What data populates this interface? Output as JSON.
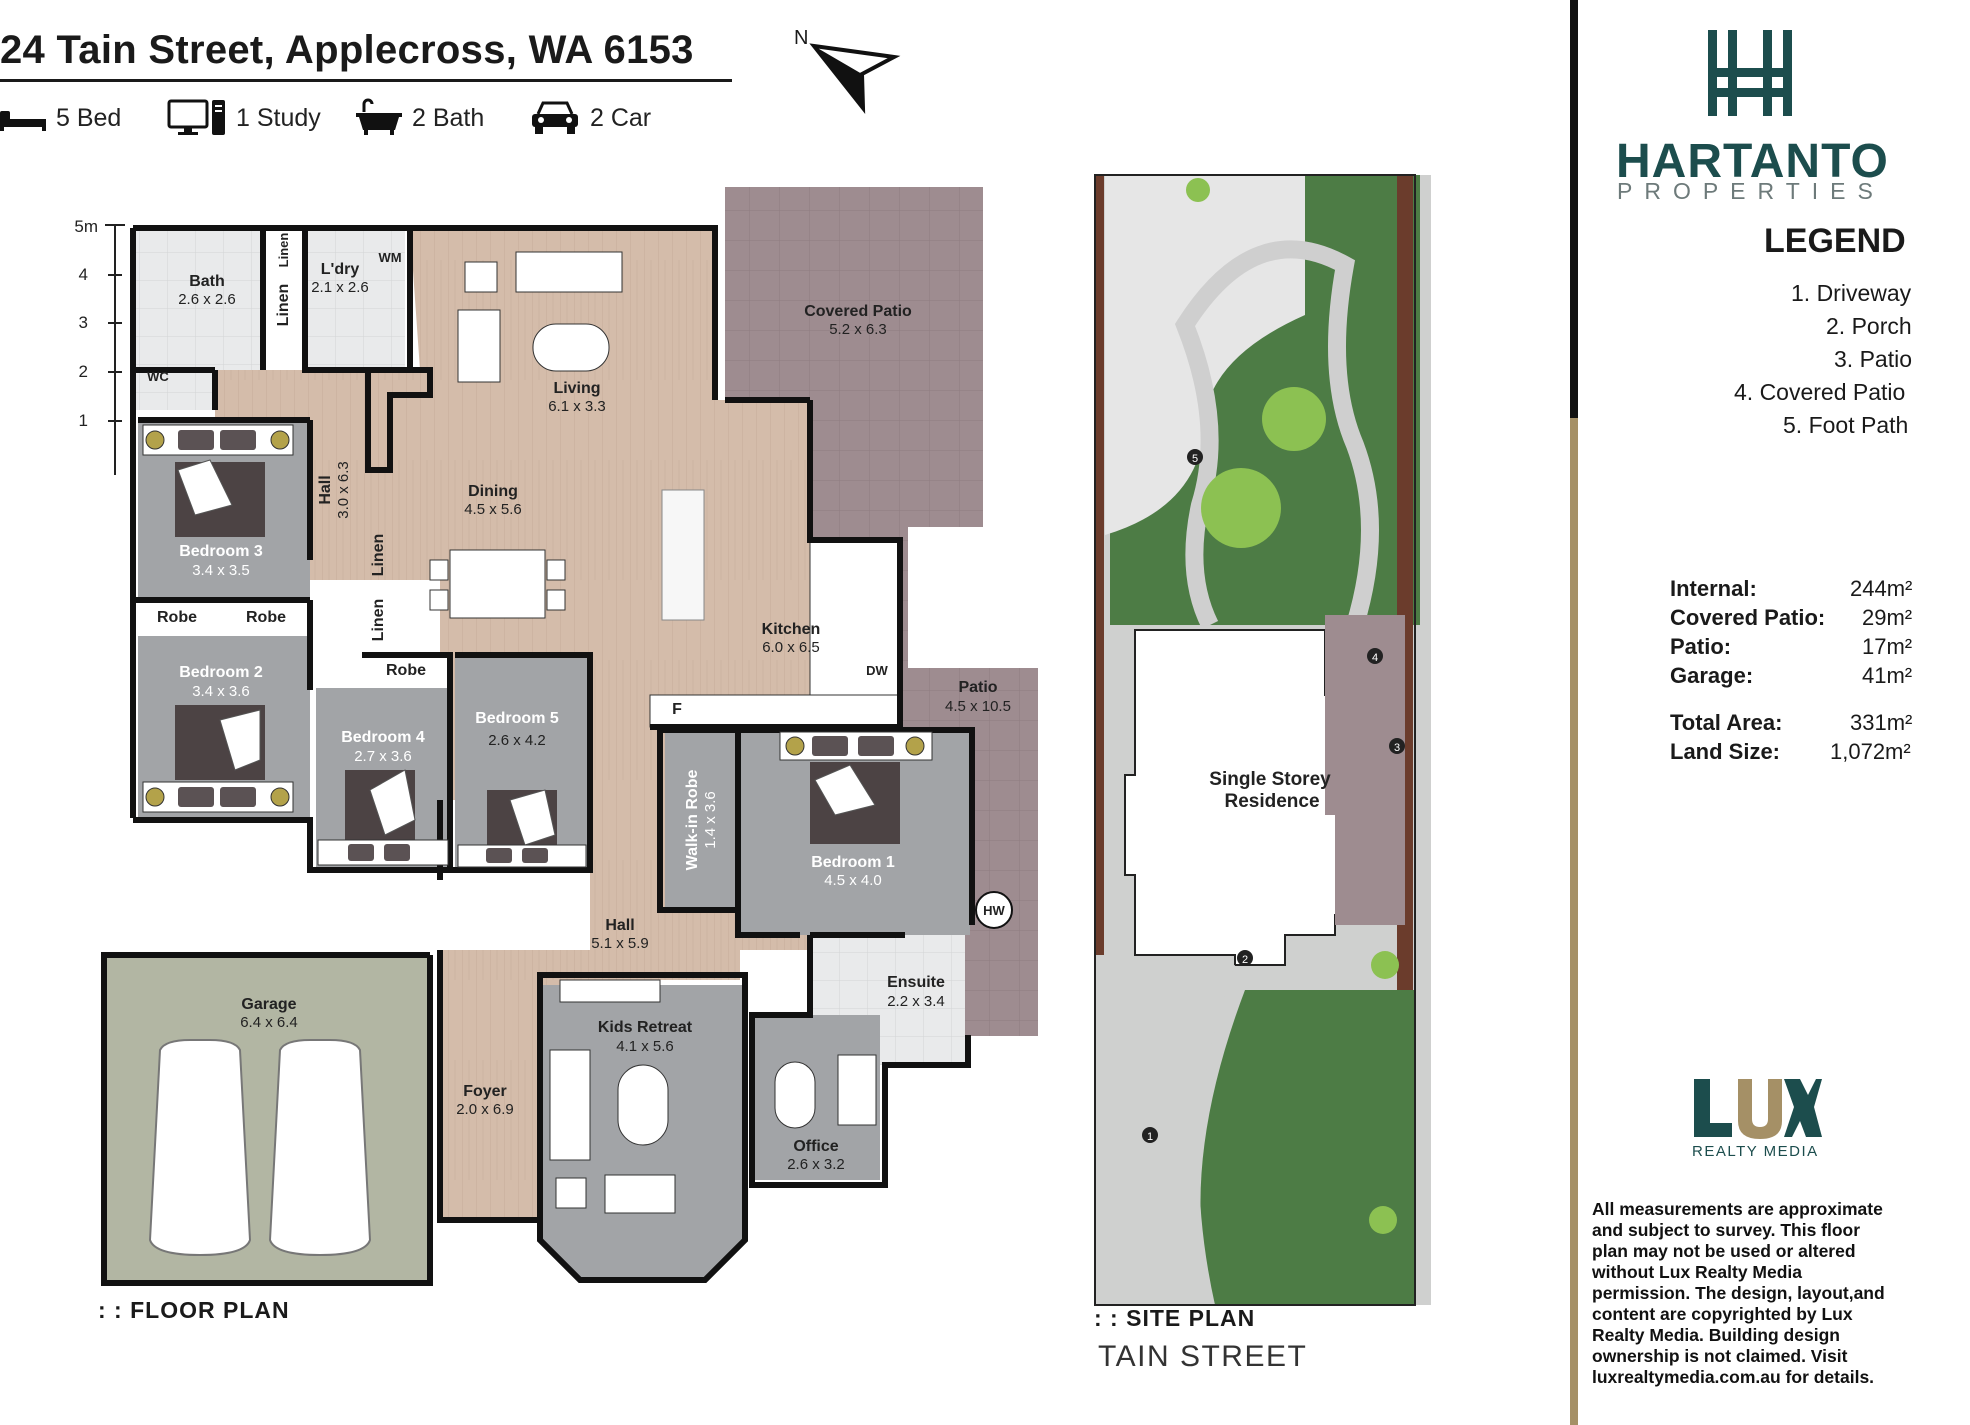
{
  "header": {
    "address": "24 Tain Street, Applecross, WA 6153",
    "compass_label": "N",
    "features": [
      {
        "icon": "bed-icon",
        "label": "5 Bed"
      },
      {
        "icon": "computer-icon",
        "label": "1 Study"
      },
      {
        "icon": "bathtub-icon",
        "label": "2 Bath"
      },
      {
        "icon": "car-icon",
        "label": "2 Car"
      }
    ]
  },
  "floor_plan": {
    "caption": ": : FLOOR PLAN",
    "scale": {
      "unit": "5m",
      "marks": [
        "4",
        "3",
        "2",
        "1"
      ]
    },
    "rooms": {
      "bath": {
        "name": "Bath",
        "dims": "2.6 x 2.6"
      },
      "laundry": {
        "name": "L'dry",
        "dims": "2.1 x 2.6"
      },
      "wc": {
        "name": "WC"
      },
      "wm": {
        "name": "WM"
      },
      "linen1": {
        "name": "Linen"
      },
      "linen2": {
        "name": "Linen"
      },
      "linen3": {
        "name": "Linen"
      },
      "linen4": {
        "name": "Linen"
      },
      "living": {
        "name": "Living",
        "dims": "6.1 x 3.3"
      },
      "covered_patio": {
        "name": "Covered Patio",
        "dims": "5.2 x 6.3"
      },
      "hall_left": {
        "name": "Hall",
        "dims": "3.0 x 6.3"
      },
      "dining": {
        "name": "Dining",
        "dims": "4.5 x 5.6"
      },
      "bedroom3": {
        "name": "Bedroom 3",
        "dims": "3.4 x 3.5"
      },
      "robe_a": {
        "name": "Robe"
      },
      "robe_b": {
        "name": "Robe"
      },
      "robe_c": {
        "name": "Robe"
      },
      "bedroom2": {
        "name": "Bedroom 2",
        "dims": "3.4 x 3.6"
      },
      "kitchen": {
        "name": "Kitchen",
        "dims": "6.0 x 6.5"
      },
      "dw": {
        "name": "DW"
      },
      "fridge": {
        "name": "F"
      },
      "patio": {
        "name": "Patio",
        "dims": "4.5 x 10.5"
      },
      "bedroom4": {
        "name": "Bedroom 4",
        "dims": "2.7 x 3.6"
      },
      "bedroom5": {
        "name": "Bedroom 5",
        "dims": "2.6 x 4.2"
      },
      "wir": {
        "name": "Walk-in Robe",
        "dims": "1.4 x 3.6"
      },
      "bedroom1": {
        "name": "Bedroom 1",
        "dims": "4.5 x 4.0"
      },
      "hw": {
        "name": "HW"
      },
      "hall_main": {
        "name": "Hall",
        "dims": "5.1 x 5.9"
      },
      "ensuite": {
        "name": "Ensuite",
        "dims": "2.2 x 3.4"
      },
      "garage": {
        "name": "Garage",
        "dims": "6.4 x 6.4"
      },
      "kids": {
        "name": "Kids Retreat",
        "dims": "4.1 x 5.6"
      },
      "foyer": {
        "name": "Foyer",
        "dims": "2.0 x 6.9"
      },
      "office": {
        "name": "Office",
        "dims": "2.6 x 3.2"
      }
    }
  },
  "site_plan": {
    "caption": ": : SITE PLAN",
    "street": "TAIN STREET",
    "residence_line1": "Single Storey",
    "residence_line2": "Residence",
    "markers": [
      "1",
      "2",
      "3",
      "4",
      "5"
    ]
  },
  "brand": {
    "name": "HARTANTO",
    "sub": "PROPERTIES",
    "accent": "#1c4d4d"
  },
  "legend": {
    "title": "LEGEND",
    "items": [
      "1. Driveway",
      "2. Porch",
      "3. Patio",
      "4. Covered Patio",
      "5. Foot Path"
    ]
  },
  "areas": [
    {
      "key": "Internal:",
      "value": "244m²"
    },
    {
      "key": "Covered Patio:",
      "value": "29m²"
    },
    {
      "key": "Patio:",
      "value": "17m²"
    },
    {
      "key": "Garage:",
      "value": "41m²"
    },
    {
      "key": "Total Area:",
      "value": "331m²"
    },
    {
      "key": "Land Size:",
      "value": "1,072m²"
    }
  ],
  "lux": {
    "name": "LUX",
    "sub": "REALTY MEDIA"
  },
  "disclaimer": [
    "All measurements are approximate",
    "and subject to survey.    This floor",
    "plan  may not be used or    altered",
    "without   Lux        Realty Media",
    "permission. The design, layout,and",
    "content are copyrighted    by Lux",
    "Realty Media. Building     design",
    "ownership is not claimed.     Visit",
    "luxrealtymedia.com.au for   details."
  ]
}
